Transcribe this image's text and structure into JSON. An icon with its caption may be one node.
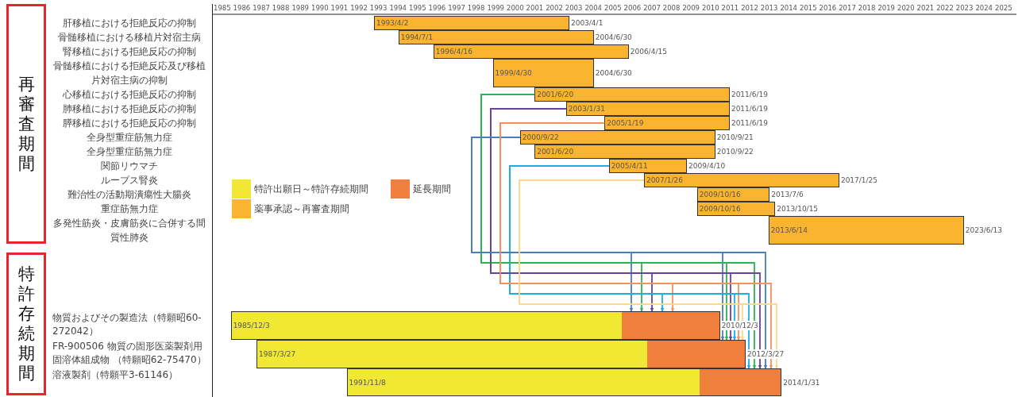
{
  "diagram": {
    "nodes": [
      {
        "text": [
          "再審査期間"
        ]
      },
      {
        "text": [
          "1993/4/2"
        ],
        "beside": [
          "2003/4/1"
        ]
      },
      {
        "text": [
          "1994/7/1"
        ],
        "beside": [
          "2004/6/30"
        ]
      },
      {
        "text": [
          "1996/4/16"
        ],
        "beside": [
          "2006/4/15"
        ]
      },
      {
        "text": [
          "1999/4/30"
        ],
        "beside": [
          "2004/6/30"
        ]
      },
      {
        "text": [
          "2001/6/20"
        ],
        "beside": [
          "2011/6/19"
        ]
      },
      {
        "text": [
          "2003/1/31"
        ],
        "beside": [
          "2011/6/19"
        ]
      },
      {
        "text": [
          "2005/1/19"
        ],
        "beside": [
          "2011/6/19"
        ]
      },
      {
        "text": [
          "2000/9/22"
        ],
        "beside": [
          "2010/9/21"
        ]
      },
      {
        "text": [
          "2001/6/20"
        ],
        "beside": [
          "2010/9/22"
        ]
      },
      {
        "text": [
          "2005/4/11"
        ],
        "beside": [
          "2009/4/10"
        ]
      },
      {
        "text": [
          "2007/1/26"
        ],
        "beside": [
          "2017/1/25"
        ]
      },
      {
        "text": [
          "2009/10/16"
        ],
        "beside": [
          "2013/7/6"
        ]
      },
      {
        "text": [
          "2009/10/16"
        ],
        "beside": [
          "2013/10/15"
        ]
      },
      {
        "text": [
          "2013/6/14"
        ],
        "beside": [
          "2023/6/13"
        ]
      },
      {
        "text": [
          "特許存続期間"
        ]
      },
      {
        "text": [
          "1985/12/3"
        ],
        "beside": [
          "2010/12/3"
        ]
      },
      {
        "text": [],
        "shape": "bar",
        "in": 16
      },
      {
        "text": [
          "1987/3/27"
        ],
        "beside": [
          "2012/3/27"
        ]
      },
      {
        "text": [],
        "shape": "bar",
        "in": 18
      },
      {
        "text": [
          "1991/11/8"
        ],
        "beside": [
          "2014/1/31"
        ]
      },
      {
        "text": [],
        "shape": "bar",
        "in": 20
      }
    ],
    "edges": [
      {
        "from": 8,
        "to": 17,
        "arrow": "to",
        "color": "#4a7ebb"
      },
      {
        "from": 5,
        "to": 17,
        "arrow": "to",
        "color": "#2eb350"
      },
      {
        "from": 6,
        "to": 17,
        "arrow": "to",
        "color": "#6a42a0"
      },
      {
        "from": 10,
        "to": 17,
        "arrow": "to",
        "color": "#1aaee6"
      },
      {
        "from": 7,
        "to": 17,
        "arrow": "to",
        "color": "#f4925c"
      },
      {
        "from": 8,
        "to": 19,
        "arrow": "to",
        "color": "#4a7ebb"
      },
      {
        "from": 5,
        "to": 19,
        "arrow": "to",
        "color": "#2eb350"
      },
      {
        "from": 6,
        "to": 19,
        "arrow": "to",
        "color": "#6a42a0"
      },
      {
        "from": 10,
        "to": 19,
        "arrow": "to",
        "color": "#1aaee6"
      },
      {
        "from": 7,
        "to": 19,
        "arrow": "to",
        "color": "#f4925c"
      },
      {
        "from": 11,
        "to": 19,
        "arrow": "to",
        "color": "#ffd98a"
      },
      {
        "from": 10,
        "to": 21,
        "arrow": "to",
        "color": "#1aaee6"
      },
      {
        "from": 5,
        "to": 21,
        "arrow": "to",
        "color": "#2eb350"
      },
      {
        "from": 6,
        "to": 21,
        "arrow": "to",
        "color": "#6a42a0"
      },
      {
        "from": 8,
        "to": 21,
        "arrow": "to",
        "color": "#4a7ebb"
      },
      {
        "from": 7,
        "to": 21,
        "arrow": "to",
        "color": "#f4925c"
      },
      {
        "from": 11,
        "to": 21,
        "arrow": "to",
        "color": "#ffd98a"
      }
    ],
    "labels": [
      "1985",
      "1986",
      "1987",
      "1988",
      "1989",
      "1990",
      "1991",
      "1992",
      "1993",
      "1994",
      "1995",
      "1996",
      "1997",
      "1998",
      "1999",
      "2000",
      "2001",
      "2002",
      "2003",
      "2004",
      "2005",
      "2006",
      "2007",
      "2008",
      "2009",
      "2010",
      "2011",
      "2012",
      "2013",
      "2014",
      "2015",
      "2016",
      "2017",
      "2018",
      "2019",
      "2020",
      "2021",
      "2022",
      "2023",
      "2024",
      "2025",
      "肝移植における拒絶反応の抑制",
      "骨髄移植における移植片対宿主病",
      "腎移植における拒絶反応の抑制",
      "骨髄移植における拒絶反応及び移植片対宿主病の抑制",
      "心移植における拒絶反応の抑制",
      "肺移植における拒絶反応の抑制",
      "膵移植における拒絶反応の抑制",
      "全身型重症筋無力症",
      "全身型重症筋無力症",
      "関節リウマチ",
      "ループス腎炎",
      "難治性の活動期潰瘍性大腸炎",
      "重症筋無力症",
      "多発性筋炎・皮膚筋炎に合併する間質性肺炎",
      "物質およびその製造法（特願昭60-272042）",
      "FR-900506 物質の固形医薬製剤用固溶体組成物 （特願昭62-75470）",
      "溶液製剤（特願平3-61146）"
    ],
    "legend": [
      {
        "text": "特許出願日～特許存続期間",
        "color": "#f0e832"
      },
      {
        "text": "延長期間",
        "color": "#f07e3c"
      },
      {
        "text": "薬事承認～再審査期間",
        "color": "#fbb430"
      }
    ]
  }
}
